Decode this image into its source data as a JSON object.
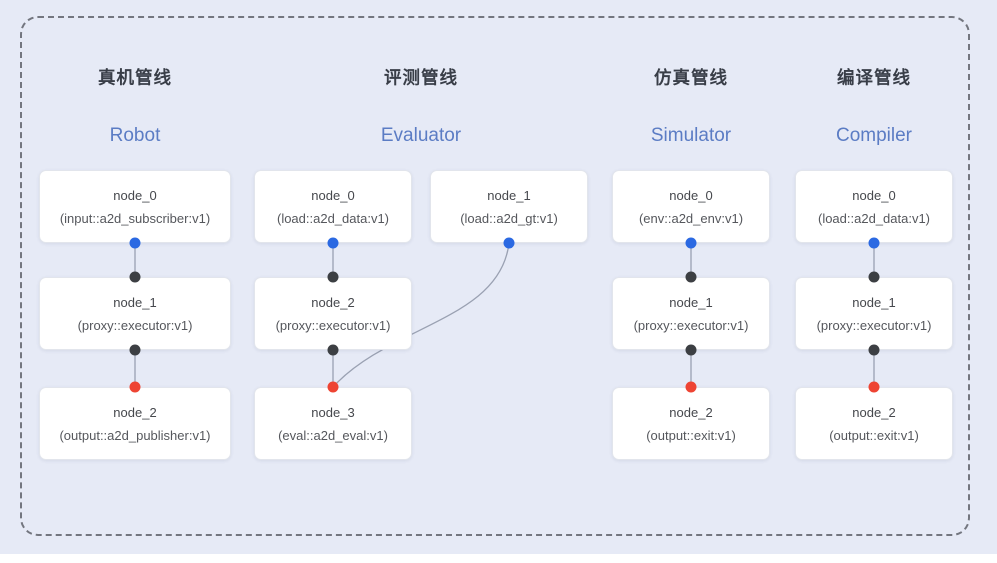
{
  "colors": {
    "background": "#e6eaf6",
    "frame_dash": "#73767f",
    "edge": "#9aa1b2",
    "title_zh": "#393e48",
    "title_en": "#5b7cc4",
    "dot_blue": "#2b69e2",
    "dot_black": "#3c3f43",
    "dot_red": "#ee4433"
  },
  "pipelines": [
    {
      "title_zh": "真机管线",
      "title_en": "Robot",
      "columns": [
        {
          "nodes": [
            {
              "name": "node_0",
              "type": "(input::a2d_subscriber:v1)",
              "row": 0,
              "out_dot": "blue"
            },
            {
              "name": "node_1",
              "type": "(proxy::executor:v1)",
              "row": 1,
              "in_dot": "black",
              "out_dot": "black"
            },
            {
              "name": "node_2",
              "type": "(output::a2d_publisher:v1)",
              "row": 2,
              "in_dot": "red"
            }
          ]
        }
      ],
      "edges": [
        {
          "from": [
            0,
            0
          ],
          "to": [
            0,
            1
          ]
        },
        {
          "from": [
            0,
            1
          ],
          "to": [
            0,
            2
          ]
        }
      ]
    },
    {
      "title_zh": "评测管线",
      "title_en": "Evaluator",
      "columns": [
        {
          "nodes": [
            {
              "name": "node_0",
              "type": "(load::a2d_data:v1)",
              "row": 0,
              "out_dot": "blue"
            },
            {
              "name": "node_2",
              "type": "(proxy::executor:v1)",
              "row": 1,
              "in_dot": "black",
              "out_dot": "black"
            },
            {
              "name": "node_3",
              "type": "(eval::a2d_eval:v1)",
              "row": 2,
              "in_dot": "red"
            }
          ]
        },
        {
          "nodes": [
            {
              "name": "node_1",
              "type": "(load::a2d_gt:v1)",
              "row": 0,
              "out_dot": "blue"
            }
          ]
        }
      ],
      "edges": [
        {
          "from": [
            0,
            0
          ],
          "to": [
            0,
            1
          ]
        },
        {
          "from": [
            0,
            1
          ],
          "to": [
            0,
            2
          ]
        },
        {
          "from": [
            1,
            0
          ],
          "to": [
            0,
            2
          ],
          "curve": true
        }
      ]
    },
    {
      "title_zh": "仿真管线",
      "title_en": "Simulator",
      "columns": [
        {
          "nodes": [
            {
              "name": "node_0",
              "type": "(env::a2d_env:v1)",
              "row": 0,
              "out_dot": "blue"
            },
            {
              "name": "node_1",
              "type": "(proxy::executor:v1)",
              "row": 1,
              "in_dot": "black",
              "out_dot": "black"
            },
            {
              "name": "node_2",
              "type": "(output::exit:v1)",
              "row": 2,
              "in_dot": "red"
            }
          ]
        }
      ],
      "edges": [
        {
          "from": [
            0,
            0
          ],
          "to": [
            0,
            1
          ]
        },
        {
          "from": [
            0,
            1
          ],
          "to": [
            0,
            2
          ]
        }
      ]
    },
    {
      "title_zh": "编译管线",
      "title_en": "Compiler",
      "columns": [
        {
          "nodes": [
            {
              "name": "node_0",
              "type": "(load::a2d_data:v1)",
              "row": 0,
              "out_dot": "blue"
            },
            {
              "name": "node_1",
              "type": "(proxy::executor:v1)",
              "row": 1,
              "in_dot": "black",
              "out_dot": "black"
            },
            {
              "name": "node_2",
              "type": "(output::exit:v1)",
              "row": 2,
              "in_dot": "red"
            }
          ]
        }
      ],
      "edges": [
        {
          "from": [
            0,
            0
          ],
          "to": [
            0,
            1
          ]
        },
        {
          "from": [
            0,
            1
          ],
          "to": [
            0,
            2
          ]
        }
      ]
    }
  ]
}
